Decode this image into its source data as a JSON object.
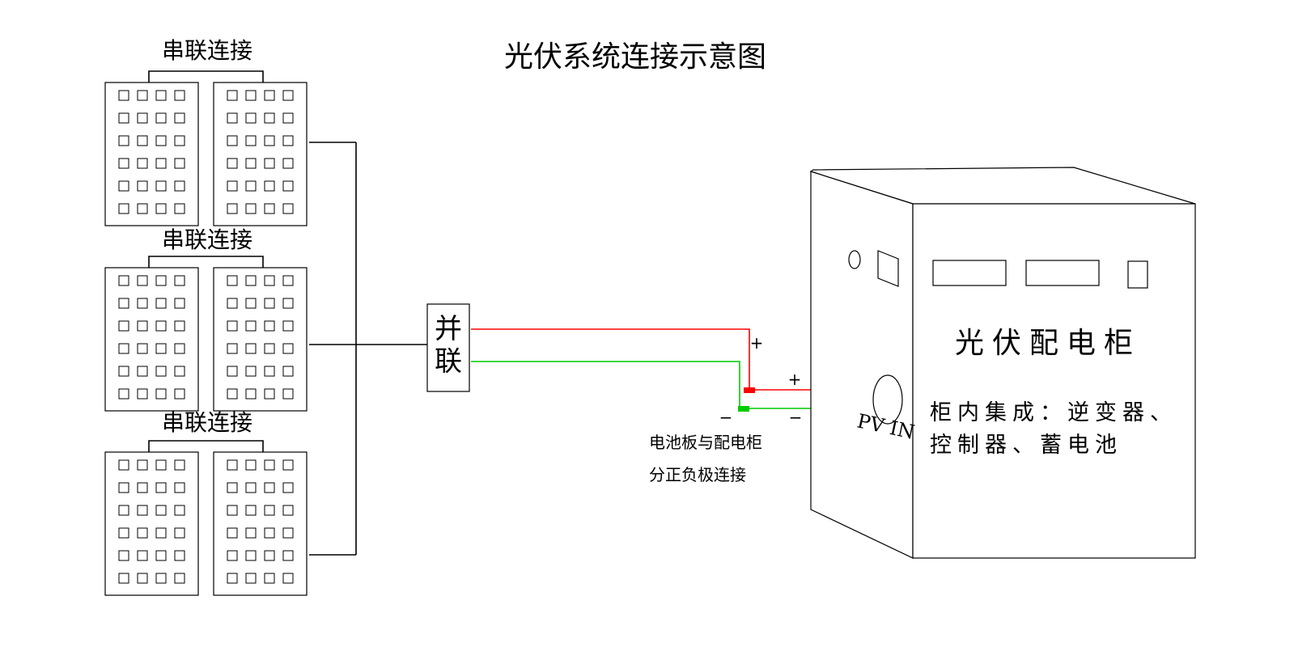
{
  "title": "光伏系统连接示意图",
  "panel_groups": [
    {
      "label": "串联连接"
    },
    {
      "label": "串联连接"
    },
    {
      "label": "串联连接"
    }
  ],
  "parallel_box_label": [
    "并",
    "联"
  ],
  "polarity": {
    "plus": "+",
    "minus": "−"
  },
  "note": [
    "电池板与配电柜",
    "分正负极连接"
  ],
  "cabinet": {
    "title": "光伏配电柜",
    "description": [
      "柜内集成：逆变器、",
      "控制器、蓄电池"
    ],
    "port_label": "PV IN"
  },
  "colors": {
    "positive_wire": "#ff0000",
    "negative_wire": "#00cc00",
    "line": "#000000"
  },
  "icons": [
    "solar-panel-icon",
    "connection-terminal-icon"
  ]
}
